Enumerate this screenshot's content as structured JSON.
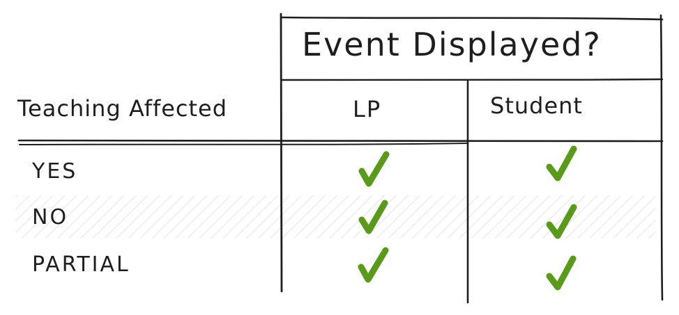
{
  "table": {
    "title": "Event Displayed?",
    "row_header": "Teaching Affected",
    "columns": [
      "LP",
      "Student"
    ],
    "rows": [
      {
        "label": "YES",
        "values": [
          "check-icon",
          "check-icon"
        ]
      },
      {
        "label": "NO",
        "values": [
          "check-icon",
          "check-icon"
        ]
      },
      {
        "label": "PARTIAL",
        "values": [
          "check-icon",
          "check-icon"
        ]
      }
    ]
  },
  "colors": {
    "ink": "#1e1e1e",
    "check": "#5a9a1a",
    "hatch": "#e3e3e3"
  }
}
